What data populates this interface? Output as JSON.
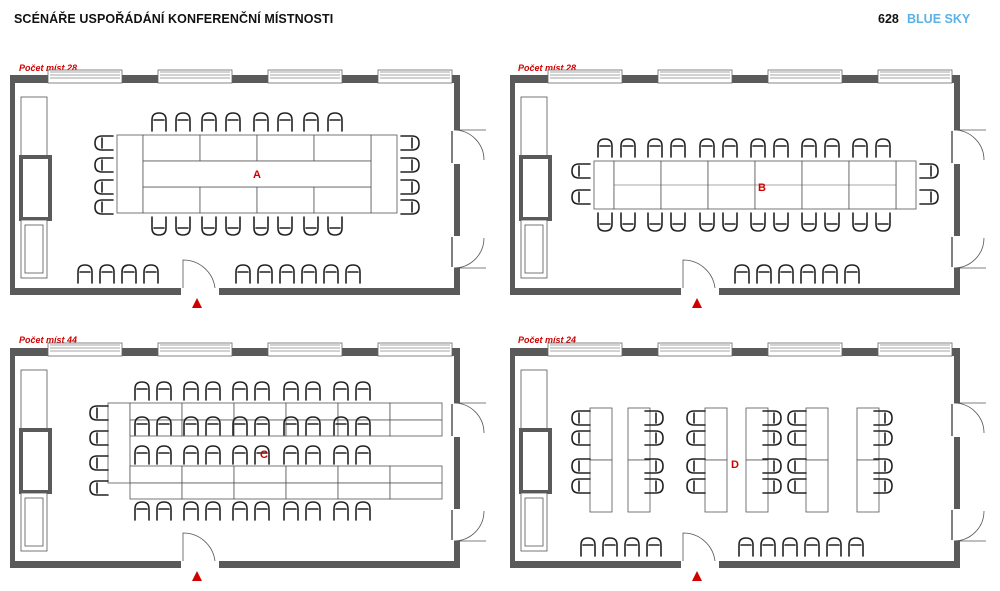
{
  "header": {
    "title": "SCÉNÁŘE USPOŘÁDÁNÍ KONFERENČNÍ MÍSTNOSTI",
    "room_number": "628",
    "room_name": "BLUE SKY"
  },
  "colors": {
    "wall": "#5a5a5a",
    "accent_red": "#d00000",
    "brand_blue": "#5ab3e6",
    "line": "#222222"
  },
  "scenarios": [
    {
      "id": "A",
      "label": "A",
      "capacity_text": "Počet míst 28",
      "layout": "boardroom"
    },
    {
      "id": "B",
      "label": "B",
      "capacity_text": "Počet míst 28",
      "layout": "long-table"
    },
    {
      "id": "C",
      "label": "C",
      "capacity_text": "Počet míst 44",
      "layout": "classroom"
    },
    {
      "id": "D",
      "label": "D",
      "capacity_text": "Počet míst 24",
      "layout": "cabaret"
    }
  ]
}
